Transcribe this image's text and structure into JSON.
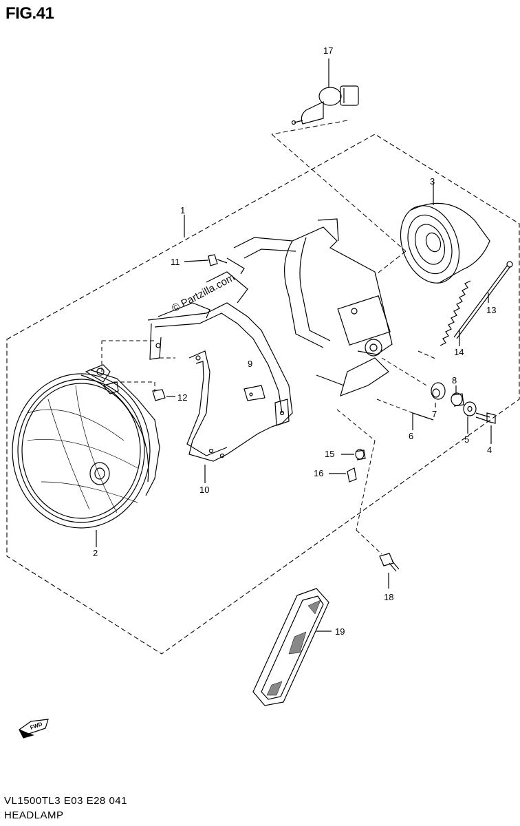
{
  "figure": {
    "title": "FIG.41"
  },
  "footer": {
    "model_code": "VL1500TL3  E03  E28  041",
    "section_name": "HEADLAMP"
  },
  "watermark": {
    "text": "© Partzilla.com"
  },
  "forward_mark": {
    "text": "FWD"
  },
  "callouts": [
    {
      "id": "1",
      "label": "1"
    },
    {
      "id": "2",
      "label": "2"
    },
    {
      "id": "3",
      "label": "3"
    },
    {
      "id": "4",
      "label": "4"
    },
    {
      "id": "5",
      "label": "5"
    },
    {
      "id": "6",
      "label": "6"
    },
    {
      "id": "7",
      "label": "7"
    },
    {
      "id": "8",
      "label": "8"
    },
    {
      "id": "9",
      "label": "9"
    },
    {
      "id": "10",
      "label": "10"
    },
    {
      "id": "11",
      "label": "11"
    },
    {
      "id": "12",
      "label": "12"
    },
    {
      "id": "13",
      "label": "13"
    },
    {
      "id": "14",
      "label": "14"
    },
    {
      "id": "15",
      "label": "15"
    },
    {
      "id": "16",
      "label": "16"
    },
    {
      "id": "17",
      "label": "17"
    },
    {
      "id": "18",
      "label": "18"
    },
    {
      "id": "19",
      "label": "19"
    }
  ]
}
